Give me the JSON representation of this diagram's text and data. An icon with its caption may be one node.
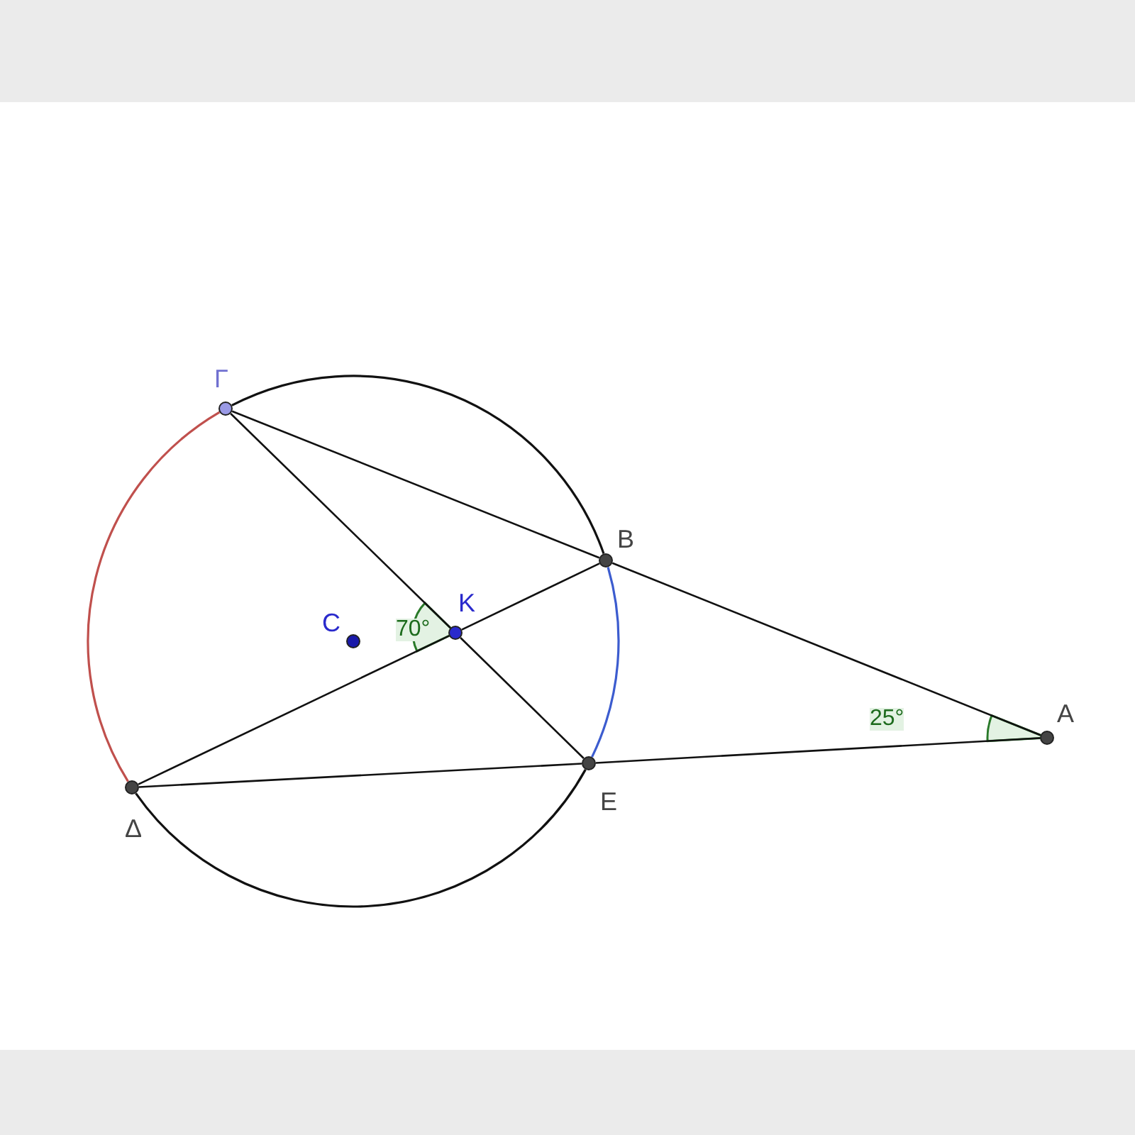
{
  "diagram": {
    "nodes": [
      {
        "text": [
          "Γ"
        ]
      },
      {
        "text": [
          "B"
        ]
      },
      {
        "text": [
          "K"
        ]
      },
      {
        "text": [
          "C"
        ]
      },
      {
        "text": [
          "A"
        ]
      },
      {
        "text": [
          "E"
        ]
      },
      {
        "text": [
          "Δ"
        ]
      }
    ],
    "edges": [
      {
        "from": 0,
        "to": 1,
        "arrow": "none"
      },
      {
        "from": 1,
        "to": 4,
        "arrow": "none"
      },
      {
        "from": 6,
        "to": 5,
        "arrow": "none"
      },
      {
        "from": 5,
        "to": 4,
        "arrow": "none"
      },
      {
        "from": 0,
        "to": 2,
        "arrow": "none"
      },
      {
        "from": 2,
        "to": 5,
        "arrow": "none"
      },
      {
        "from": 6,
        "to": 2,
        "arrow": "none"
      },
      {
        "from": 2,
        "to": 1,
        "arrow": "none"
      },
      {
        "from": 0,
        "to": 6,
        "arrow": "none",
        "color": "#c0504d"
      },
      {
        "from": 1,
        "to": 5,
        "arrow": "none",
        "color": "#3c5ccf"
      },
      {
        "from": 0,
        "to": 1,
        "arrow": "none"
      },
      {
        "from": 5,
        "to": 6,
        "arrow": "none"
      }
    ],
    "labels": [
      "70°",
      "25°"
    ]
  }
}
